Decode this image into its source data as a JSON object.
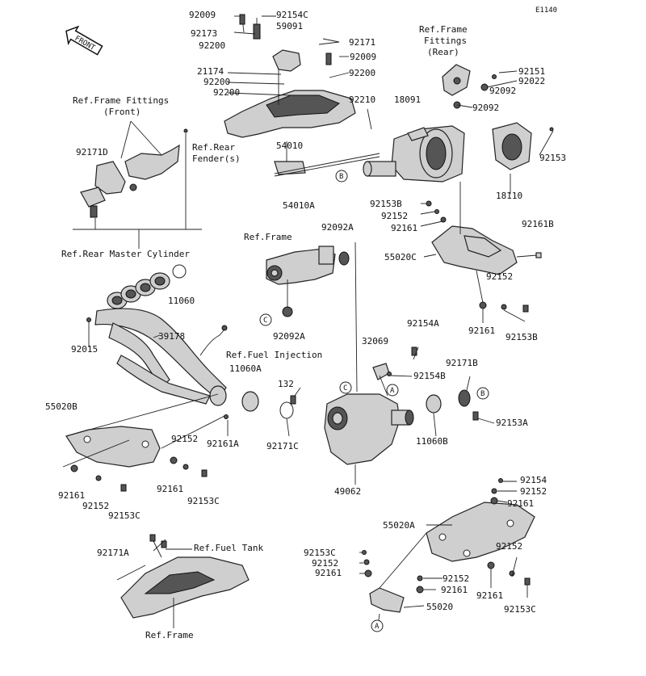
{
  "code": "E1140",
  "front_label": "FRONT",
  "labels": [
    {
      "id": "92009-a",
      "text": "92009"
    },
    {
      "id": "92154C",
      "text": "92154C"
    },
    {
      "id": "59091",
      "text": "59091"
    },
    {
      "id": "92173",
      "text": "92173"
    },
    {
      "id": "92200-a",
      "text": "92200"
    },
    {
      "id": "92171-a",
      "text": "92171"
    },
    {
      "id": "92009-b",
      "text": "92009"
    },
    {
      "id": "21174",
      "text": "21174"
    },
    {
      "id": "92200-b",
      "text": "92200"
    },
    {
      "id": "92200-c",
      "text": "92200"
    },
    {
      "id": "92200-d",
      "text": "92200"
    },
    {
      "id": "ref-frame-fittings-rear",
      "text": "Ref.Frame\nFittings\n(Rear)"
    },
    {
      "id": "92151",
      "text": "92151"
    },
    {
      "id": "92022",
      "text": "92022"
    },
    {
      "id": "92092-a",
      "text": "92092"
    },
    {
      "id": "92092-b",
      "text": "92092"
    },
    {
      "id": "92210",
      "text": "92210"
    },
    {
      "id": "18091",
      "text": "18091"
    },
    {
      "id": "ref-frame-fittings-front",
      "text": "Ref.Frame Fittings\n(Front)"
    },
    {
      "id": "92171D",
      "text": "92171D"
    },
    {
      "id": "ref-rear-fender",
      "text": "Ref.Rear\nFender(s)"
    },
    {
      "id": "54010",
      "text": "54010"
    },
    {
      "id": "54010A",
      "text": "54010A"
    },
    {
      "id": "92153-a",
      "text": "92153"
    },
    {
      "id": "18110",
      "text": "18110"
    },
    {
      "id": "92153B-a",
      "text": "92153B"
    },
    {
      "id": "92152-a",
      "text": "92152"
    },
    {
      "id": "92161-a",
      "text": "92161"
    },
    {
      "id": "92161B",
      "text": "92161B"
    },
    {
      "id": "ref-frame-mid",
      "text": "Ref.Frame"
    },
    {
      "id": "92092A-a",
      "text": "92092A"
    },
    {
      "id": "55020C",
      "text": "55020C"
    },
    {
      "id": "ref-rear-master-cylinder",
      "text": "Ref.Rear Master Cylinder"
    },
    {
      "id": "11060",
      "text": "11060"
    },
    {
      "id": "92152-b",
      "text": "92152"
    },
    {
      "id": "92161-b",
      "text": "92161"
    },
    {
      "id": "92153B-b",
      "text": "92153B"
    },
    {
      "id": "92092A-b",
      "text": "92092A"
    },
    {
      "id": "92015",
      "text": "92015"
    },
    {
      "id": "39178",
      "text": "39178"
    },
    {
      "id": "92154A",
      "text": "92154A"
    },
    {
      "id": "32069",
      "text": "32069"
    },
    {
      "id": "ref-fuel-injection",
      "text": "Ref.Fuel Injection"
    },
    {
      "id": "11060A",
      "text": "11060A"
    },
    {
      "id": "92154B",
      "text": "92154B"
    },
    {
      "id": "92171B",
      "text": "92171B"
    },
    {
      "id": "132",
      "text": "132"
    },
    {
      "id": "55020B",
      "text": "55020B"
    },
    {
      "id": "92161A",
      "text": "92161A"
    },
    {
      "id": "92171C",
      "text": "92171C"
    },
    {
      "id": "11060B",
      "text": "11060B"
    },
    {
      "id": "92153A",
      "text": "92153A"
    },
    {
      "id": "92152-c",
      "text": "92152"
    },
    {
      "id": "92161-c",
      "text": "92161"
    },
    {
      "id": "92153C-a",
      "text": "92153C"
    },
    {
      "id": "92161-d",
      "text": "92161"
    },
    {
      "id": "92152-d",
      "text": "92152"
    },
    {
      "id": "92153C-b",
      "text": "92153C"
    },
    {
      "id": "49062",
      "text": "49062"
    },
    {
      "id": "92154",
      "text": "92154"
    },
    {
      "id": "92152-e",
      "text": "92152"
    },
    {
      "id": "92161-e",
      "text": "92161"
    },
    {
      "id": "55020A",
      "text": "55020A"
    },
    {
      "id": "92171A",
      "text": "92171A"
    },
    {
      "id": "ref-fuel-tank",
      "text": "Ref.Fuel Tank"
    },
    {
      "id": "92153C-c",
      "text": "92153C"
    },
    {
      "id": "92152-f",
      "text": "92152"
    },
    {
      "id": "92161-f",
      "text": "92161"
    },
    {
      "id": "92152-g",
      "text": "92152"
    },
    {
      "id": "92161-g",
      "text": "92161"
    },
    {
      "id": "55020",
      "text": "55020"
    },
    {
      "id": "92152-h",
      "text": "92152"
    },
    {
      "id": "92161-h",
      "text": "92161"
    },
    {
      "id": "92153C-d",
      "text": "92153C"
    },
    {
      "id": "ref-frame-bottom",
      "text": "Ref.Frame"
    }
  ],
  "callouts": [
    {
      "id": "B-a",
      "text": "B"
    },
    {
      "id": "C-a",
      "text": "C"
    },
    {
      "id": "C-b",
      "text": "C"
    },
    {
      "id": "A-a",
      "text": "A"
    },
    {
      "id": "B-b",
      "text": "B"
    },
    {
      "id": "A-b",
      "text": "A"
    }
  ]
}
